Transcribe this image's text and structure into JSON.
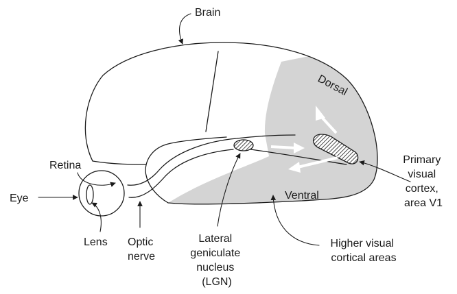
{
  "labels": {
    "brain": "Brain",
    "dorsal": "Dorsal",
    "retina": "Retina",
    "eye": "Eye",
    "lens": "Lens",
    "optic_nerve": [
      "Optic",
      "nerve"
    ],
    "lgn": [
      "Lateral",
      "geniculate",
      "nucleus",
      "(LGN)"
    ],
    "ventral": "Ventral",
    "primary_visual_cortex": [
      "Primary",
      "visual",
      "cortex,",
      "area V1"
    ],
    "higher_visual": [
      "Higher visual",
      "cortical areas"
    ]
  },
  "colors": {
    "ink": "#1a1a1a",
    "shaded_region": "#d4d4d4",
    "arrow_fill": "#ffffff"
  }
}
